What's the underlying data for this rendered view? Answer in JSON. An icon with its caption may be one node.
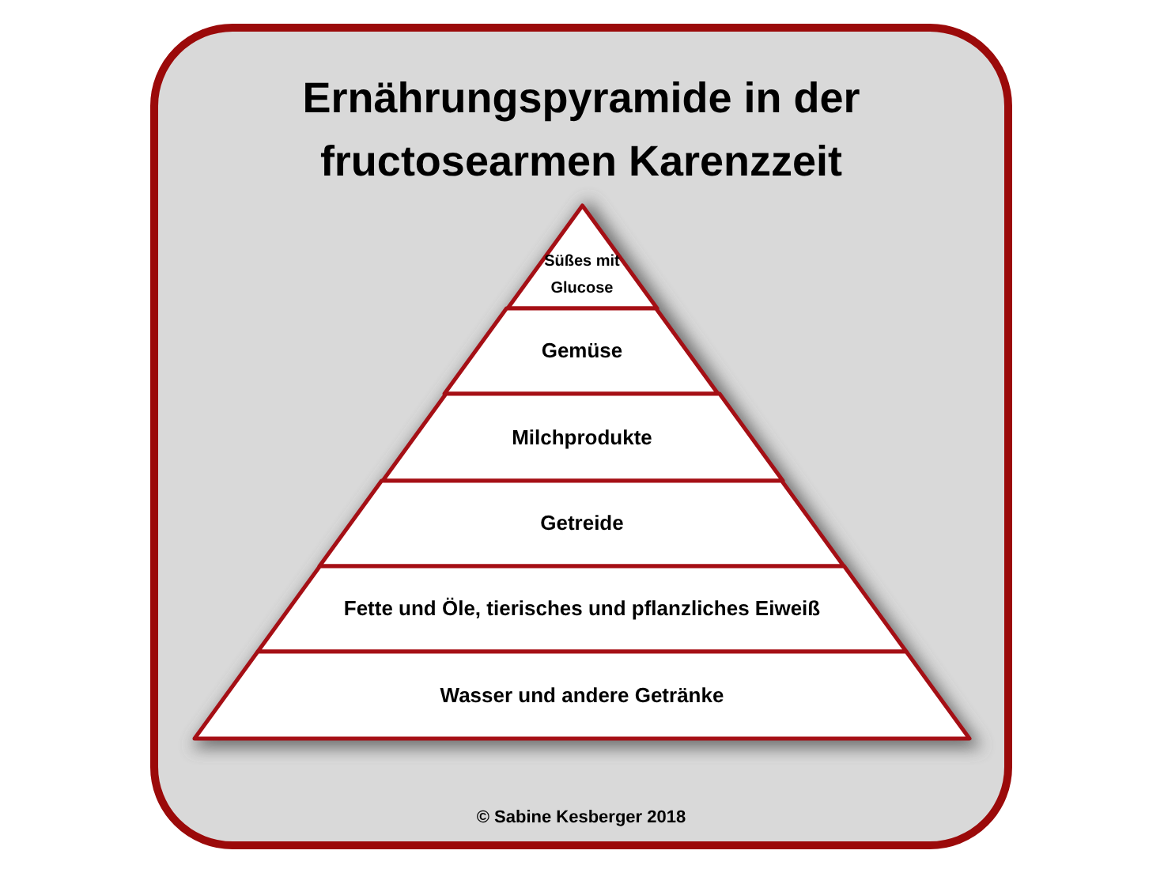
{
  "diagram": {
    "nodes": [
      {
        "text": [
          "Ernährungspyramide in der fructosearmen Karenzzeit"
        ]
      },
      {
        "text": [
          "Süßes mit Glucose"
        ],
        "in": 0
      },
      {
        "text": [
          "Gemüse"
        ],
        "in": 0
      },
      {
        "text": [
          "Milchprodukte"
        ],
        "in": 0
      },
      {
        "text": [
          "Getreide"
        ],
        "in": 0
      },
      {
        "text": [
          "Fette und Öle, tierisches und pflanzliches Eiweiß"
        ],
        "in": 0
      },
      {
        "text": [
          "Wasser und andere Getränke"
        ],
        "in": 0
      }
    ],
    "labels": [
      "© Sabine Kesberger 2018"
    ]
  }
}
